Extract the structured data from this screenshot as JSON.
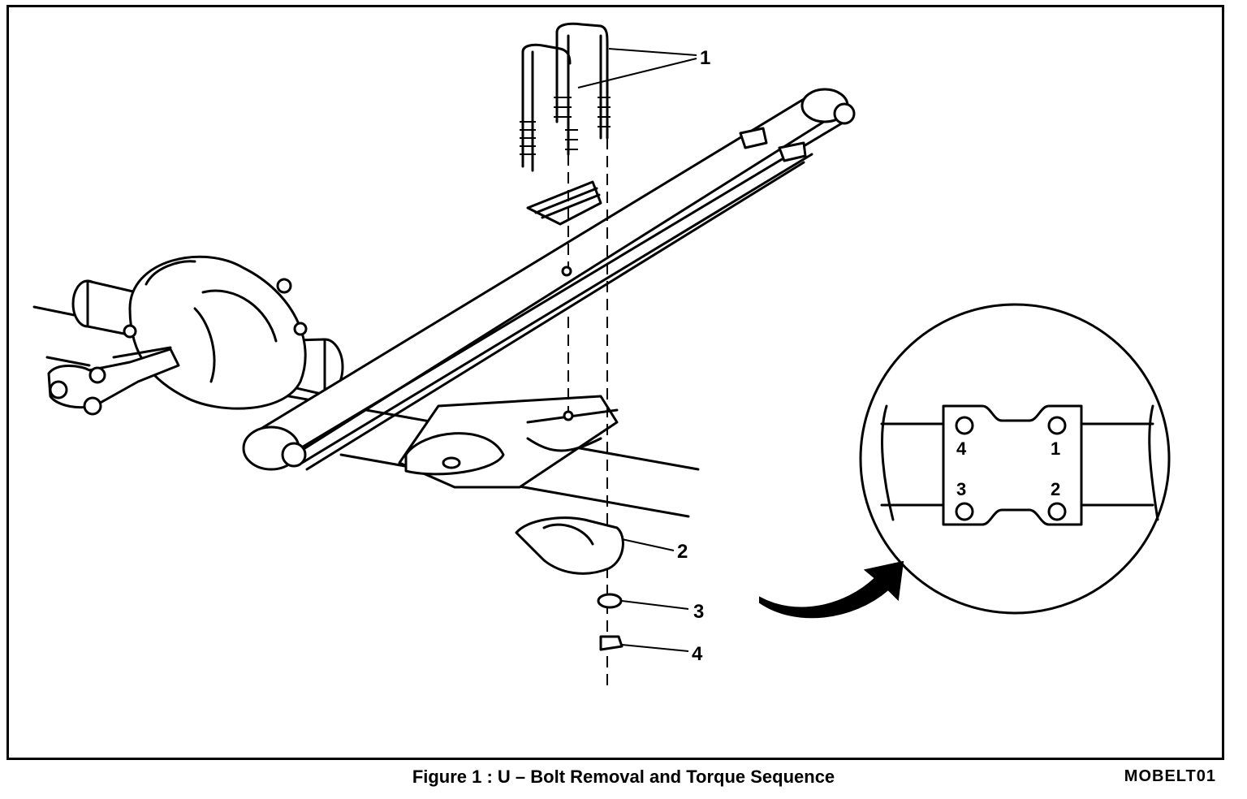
{
  "callouts": {
    "c1": "1",
    "c2": "2",
    "c3": "3",
    "c4": "4"
  },
  "inset": {
    "hole_1": "1",
    "hole_2": "2",
    "hole_3": "3",
    "hole_4": "4"
  },
  "code": "MOBELT01",
  "caption": "Figure 1 : U – Bolt Removal and Torque Sequence"
}
